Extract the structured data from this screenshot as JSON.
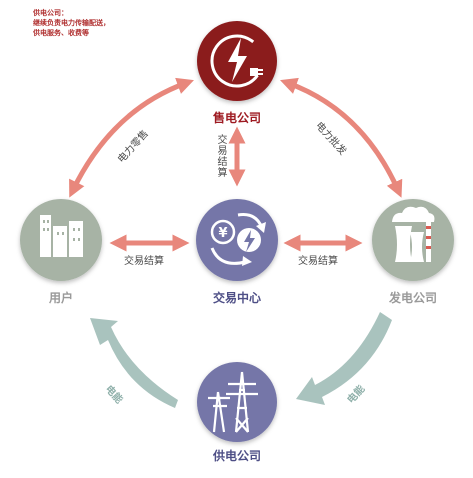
{
  "note": {
    "lines": [
      "供电公司：",
      "继续负责电力传输配送，",
      "供电服务、收费等"
    ]
  },
  "nodes": {
    "retail": {
      "label": "售电公司",
      "color": "#8b1a1e"
    },
    "exchange": {
      "label": "交易中心",
      "color": "#7476a8"
    },
    "user": {
      "label": "用户",
      "color": "#a7b3a5"
    },
    "generation": {
      "label": "发电公司",
      "color": "#a7b3a5"
    },
    "supply": {
      "label": "供电公司",
      "color": "#7476a8"
    }
  },
  "edges": {
    "power_sale": "电力零售",
    "power_wholesale": "电力批发",
    "settle_top": "交易结算",
    "settle_left": "交易结算",
    "settle_right": "交易结算",
    "energy_left": "电能",
    "energy_right": "电能"
  },
  "colors": {
    "salmon_arrow": "#e8877c",
    "teal_arrow": "#a9c3be",
    "label_red": "#9e1b22",
    "label_purple": "#4e4f86",
    "label_gray": "#9a9a9a"
  }
}
